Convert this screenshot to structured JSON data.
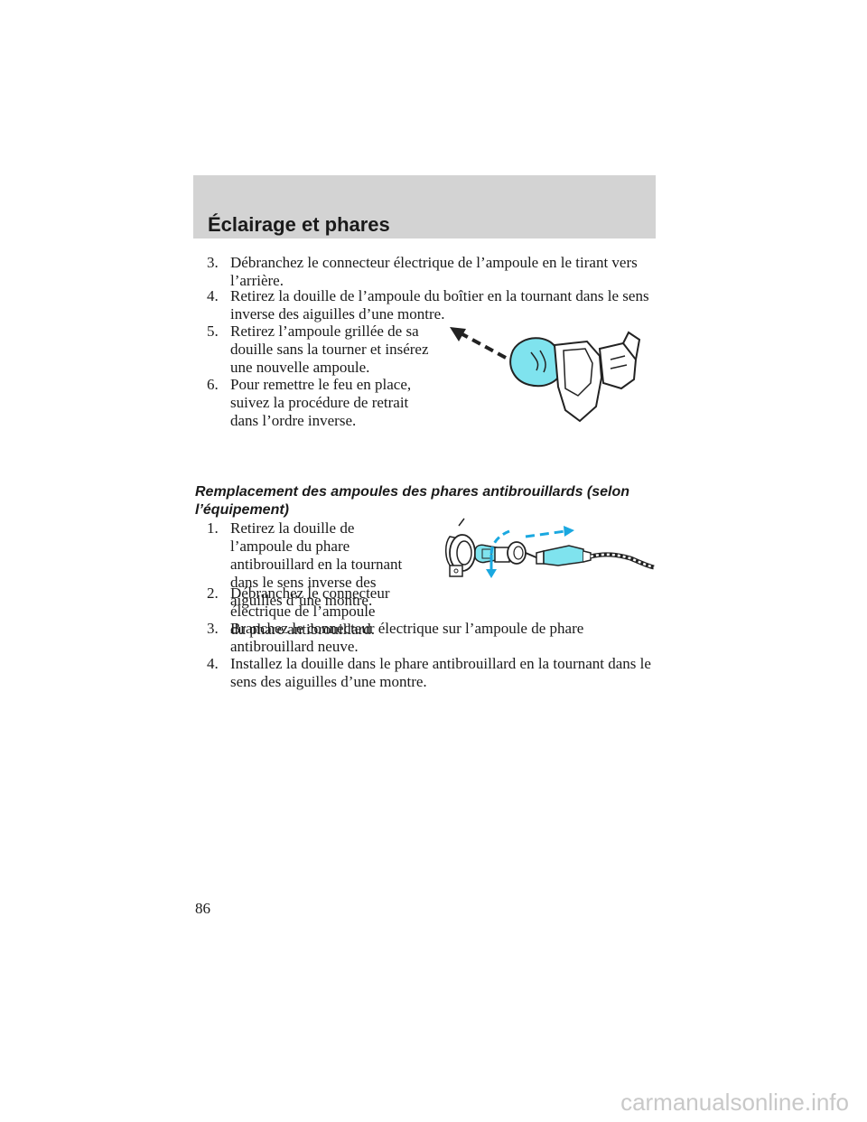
{
  "header": {
    "title": "Éclairage et phares",
    "band_color": "#d3d3d3"
  },
  "steps_top": [
    {
      "num": "3.",
      "text": "Débranchez le connecteur électrique de l’ampoule en le tirant vers l’arrière."
    },
    {
      "num": "4.",
      "text": "Retirez la douille de l’ampoule du boîtier en la tournant dans le sens inverse des aiguilles d’une montre."
    },
    {
      "num": "5.",
      "text": "Retirez l’ampoule grillée de sa douille sans la tourner et insérez une nouvelle ampoule."
    },
    {
      "num": "6.",
      "text": "Pour remettre le feu en place, suivez la procédure de retrait dans l’ordre inverse."
    }
  ],
  "fog_section": {
    "heading": "Remplacement des ampoules des phares antibrouillards (selon l’équipement)",
    "steps": [
      {
        "num": "1.",
        "text": "Retirez la douille de l’ampoule du phare antibrouillard en la tournant dans le sens inverse des aiguilles d’une montre."
      },
      {
        "num": "2.",
        "text": "Débranchez le connecteur électrique de l’ampoule du phare antibrouillard."
      },
      {
        "num": "3.",
        "text": "Branchez le connecteur électrique sur l’ampoule de phare antibrouillard neuve."
      },
      {
        "num": "4.",
        "text": "Installez la douille dans le phare antibrouillard en la tournant dans le sens des aiguilles d’une montre."
      }
    ]
  },
  "figures": {
    "bulb_color": "#7fe3ee",
    "arrow_color": "#1aa8e0",
    "line_color": "#222222"
  },
  "footer": {
    "page_number": "86",
    "watermark": "carmanualsonline.info"
  }
}
